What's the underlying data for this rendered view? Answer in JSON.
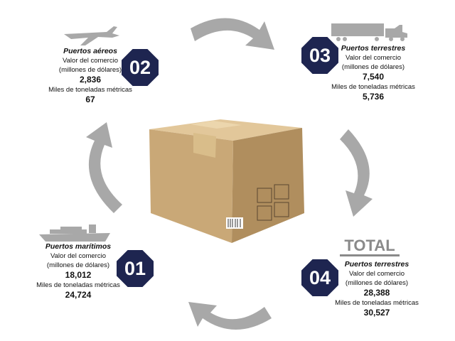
{
  "total_label": "TOTAL",
  "stages": [
    {
      "number": "01",
      "title": "Puertos marítimos",
      "value_label": "Valor del comercio",
      "value_unit": "(millones de dólares)",
      "value": "18,012",
      "tons_label": "Miles de toneladas métricas",
      "tons": "24,724",
      "icon": "ship-icon"
    },
    {
      "number": "02",
      "title": "Puertos aéreos",
      "value_label": "Valor del comercio",
      "value_unit": "(millones de dólares)",
      "value": "2,836",
      "tons_label": "Miles de toneladas métricas",
      "tons": "67",
      "icon": "airplane-icon"
    },
    {
      "number": "03",
      "title": "Puertos terrestres",
      "value_label": "Valor del comercio",
      "value_unit": "(millones de dólares)",
      "value": "7,540",
      "tons_label": "Miles de toneladas métricas",
      "tons": "5,736",
      "icon": "truck-icon"
    },
    {
      "number": "04",
      "title": "Puertos terrestres",
      "value_label": "Valor del comercio",
      "value_unit": "(millones de dólares)",
      "value": "28,388",
      "tons_label": "Miles de toneladas métricas",
      "tons": "30,527",
      "icon": "box-icon"
    }
  ],
  "colors": {
    "badge": "#1e2550",
    "arrow": "#a6a6a6",
    "box": "#c9a877"
  }
}
